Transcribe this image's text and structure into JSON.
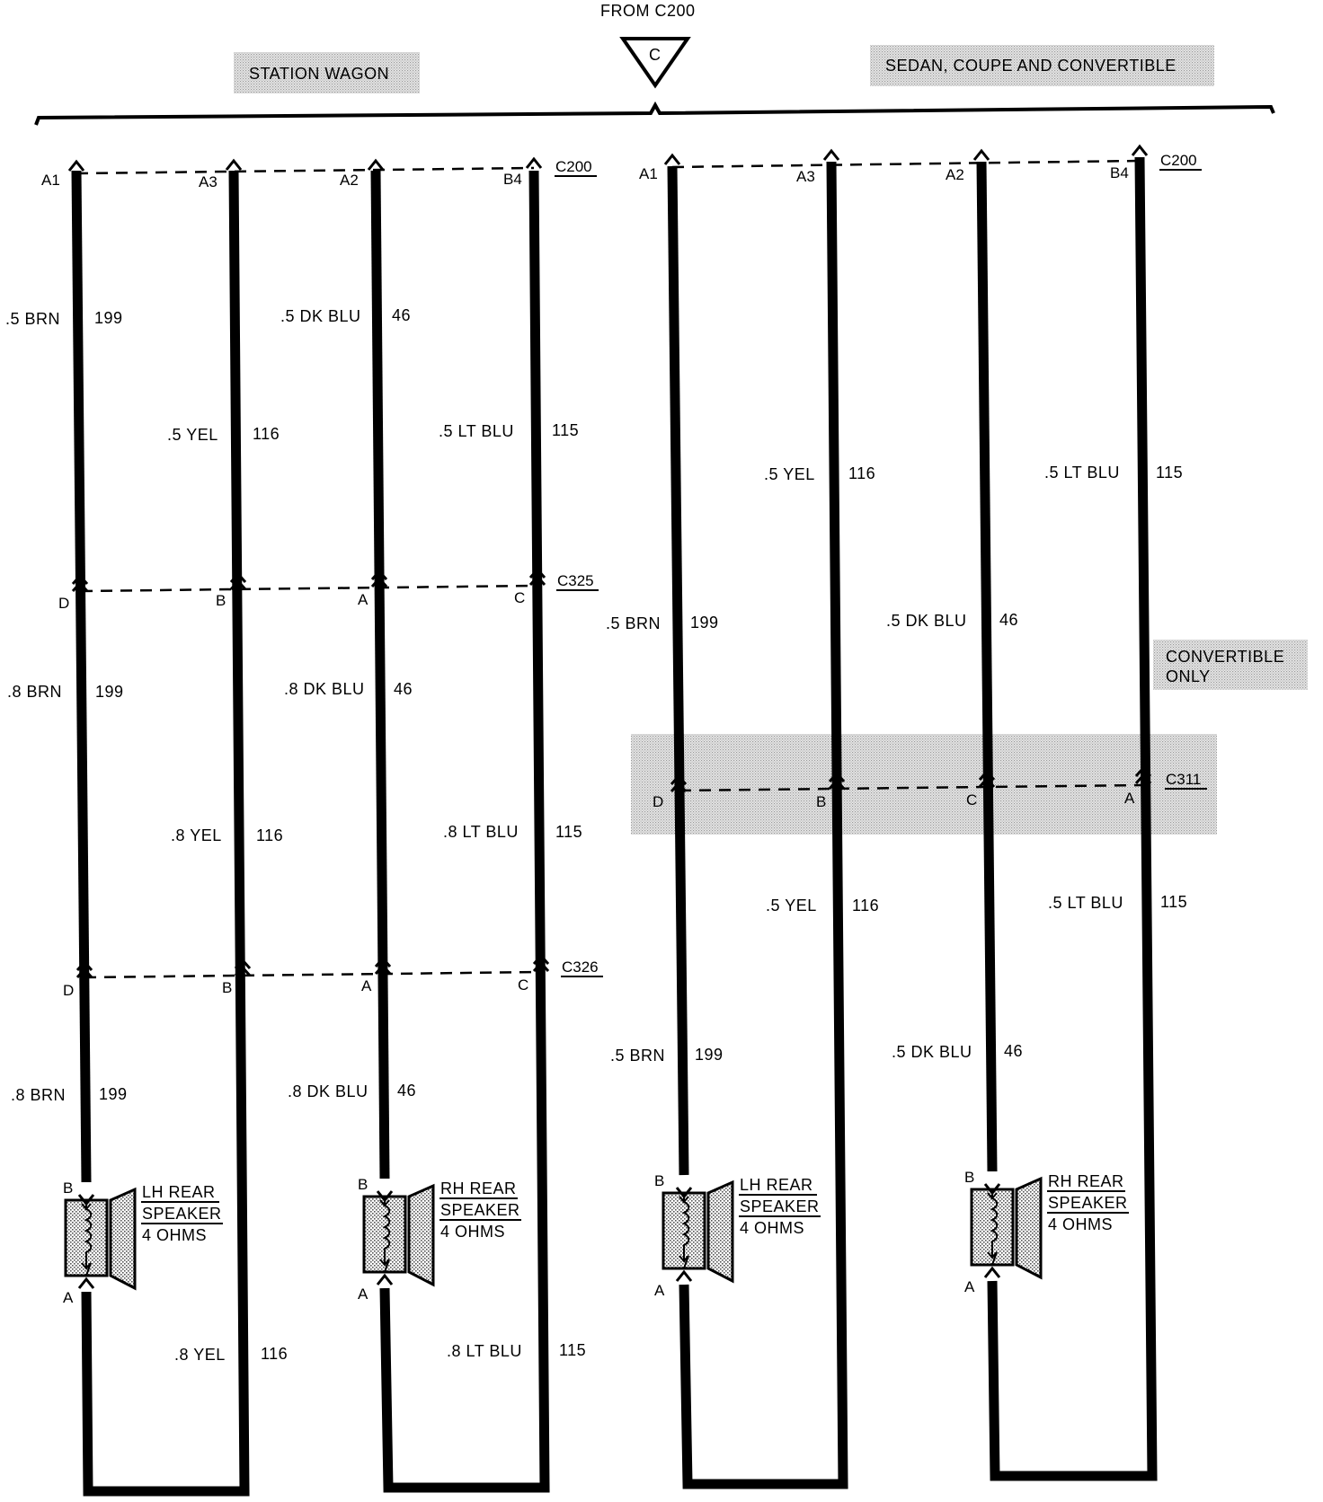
{
  "top_source": {
    "label": "FROM C200",
    "connector": "C"
  },
  "groups": [
    {
      "label": "STATION WAGON"
    },
    {
      "label": "SEDAN, COUPE AND CONVERTIBLE"
    }
  ],
  "convertible_note": {
    "line1": "CONVERTIBLE",
    "line2": "ONLY"
  },
  "connectors": [
    {
      "id": "C200",
      "pins": [
        "A1",
        "A3",
        "A2",
        "B4"
      ]
    },
    {
      "id": "C325",
      "pins": [
        "D",
        "B",
        "A",
        "C"
      ]
    },
    {
      "id": "C326",
      "pins": [
        "D",
        "B",
        "A",
        "C"
      ]
    },
    {
      "id": "C200",
      "pins": [
        "A1",
        "A3",
        "A2",
        "B4"
      ]
    },
    {
      "id": "C311",
      "pins": [
        "D",
        "B",
        "C",
        "A"
      ]
    }
  ],
  "wire_labels": [
    {
      "color": ".5 BRN",
      "circuit": "199"
    },
    {
      "color": ".5 YEL",
      "circuit": "116"
    },
    {
      "color": ".5 DK BLU",
      "circuit": "46"
    },
    {
      "color": ".5 LT BLU",
      "circuit": "115"
    },
    {
      "color": ".8 BRN",
      "circuit": "199"
    },
    {
      "color": ".8 YEL",
      "circuit": "116"
    },
    {
      "color": ".8 DK BLU",
      "circuit": "46"
    },
    {
      "color": ".8 LT BLU",
      "circuit": "115"
    },
    {
      "color": ".8 BRN",
      "circuit": "199"
    },
    {
      "color": ".8 DK BLU",
      "circuit": "46"
    },
    {
      "color": ".8 YEL",
      "circuit": "116"
    },
    {
      "color": ".8 LT BLU",
      "circuit": "115"
    },
    {
      "color": ".5 YEL",
      "circuit": "116"
    },
    {
      "color": ".5 LT BLU",
      "circuit": "115"
    },
    {
      "color": ".5 BRN",
      "circuit": "199"
    },
    {
      "color": ".5 DK BLU",
      "circuit": "46"
    },
    {
      "color": ".5 YEL",
      "circuit": "116"
    },
    {
      "color": ".5 LT BLU",
      "circuit": "115"
    },
    {
      "color": ".5 BRN",
      "circuit": "199"
    },
    {
      "color": ".5 DK BLU",
      "circuit": "46"
    }
  ],
  "speakers": [
    {
      "name": "LH REAR",
      "type": "SPEAKER",
      "rating": "4 OHMS",
      "pin_top": "B",
      "pin_bottom": "A"
    },
    {
      "name": "RH REAR",
      "type": "SPEAKER",
      "rating": "4 OHMS",
      "pin_top": "B",
      "pin_bottom": "A"
    },
    {
      "name": "LH REAR",
      "type": "SPEAKER",
      "rating": "4 OHMS",
      "pin_top": "B",
      "pin_bottom": "A"
    },
    {
      "name": "RH REAR",
      "type": "SPEAKER",
      "rating": "4 OHMS",
      "pin_top": "B",
      "pin_bottom": "A"
    }
  ]
}
